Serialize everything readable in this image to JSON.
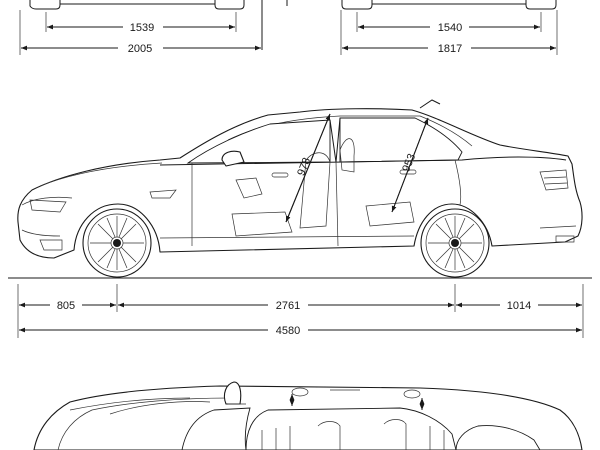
{
  "diagram": {
    "track_widths": {
      "front_track": "1539",
      "front_width": "2005",
      "rear_track": "1540",
      "rear_width": "1817"
    },
    "side_view": {
      "front_overhang": "805",
      "wheelbase": "2761",
      "rear_overhang": "1014",
      "overall_length": "4580",
      "front_headroom": "978",
      "rear_headroom": "953"
    }
  },
  "colors": {
    "line": "#1a1a1a",
    "background": "#ffffff"
  }
}
